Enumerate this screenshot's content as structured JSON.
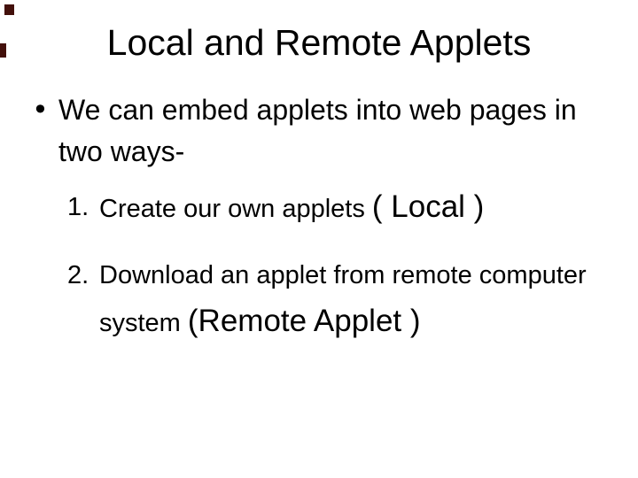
{
  "slide": {
    "title": "Local and Remote Applets",
    "bullet": {
      "marker": "•",
      "lines": [
        "We can embed applets into web pages in",
        "two ways-"
      ]
    },
    "items": [
      {
        "number": "1.",
        "text": "Create our own applets ",
        "emphasis": "( Local )"
      },
      {
        "number": "2.",
        "line1": "Download an applet from remote computer",
        "line2_text": "system ",
        "line2_emphasis": "(Remote Applet )"
      }
    ]
  },
  "colors": {
    "background": "#ffffff",
    "text": "#000000",
    "artifact": "#43100b"
  }
}
